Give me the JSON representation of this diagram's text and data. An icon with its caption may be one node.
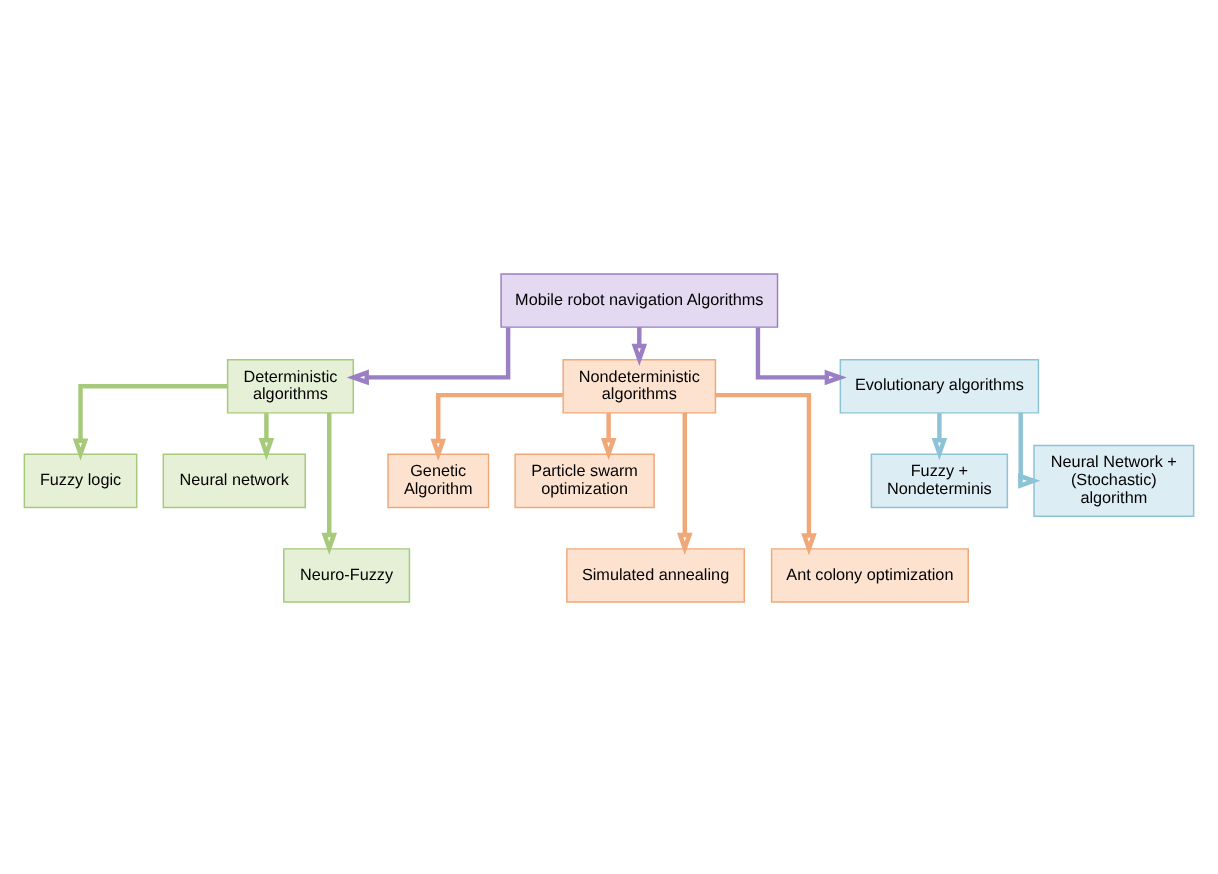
{
  "diagram": {
    "nodes": [
      {
        "text": [
          "Mobile robot navigation Algorithms"
        ]
      },
      {
        "text": [
          "Deterministic algorithms"
        ]
      },
      {
        "text": [
          "Nondeterministic algorithms"
        ]
      },
      {
        "text": [
          "Evolutionary algorithms"
        ]
      },
      {
        "text": [
          "Fuzzy logic"
        ]
      },
      {
        "text": [
          "Neural network"
        ]
      },
      {
        "text": [
          "Neuro-Fuzzy"
        ]
      },
      {
        "text": [
          "Genetic Algorithm"
        ]
      },
      {
        "text": [
          "Particle swarm optimization"
        ]
      },
      {
        "text": [
          "Simulated annealing"
        ]
      },
      {
        "text": [
          "Ant colony optimization"
        ]
      },
      {
        "text": [
          "Fuzzy + Nondeterminis"
        ]
      },
      {
        "text": [
          "Neural Network + (Stochastic) algorithm"
        ]
      }
    ],
    "edges": [
      {
        "from": 0,
        "to": 1,
        "arrow": "to",
        "color": "#9b7fc4"
      },
      {
        "from": 0,
        "to": 2,
        "arrow": "to",
        "color": "#9b7fc4"
      },
      {
        "from": 0,
        "to": 3,
        "arrow": "to",
        "color": "#9b7fc4"
      },
      {
        "from": 1,
        "to": 4,
        "arrow": "to",
        "color": "#a6c97a"
      },
      {
        "from": 1,
        "to": 5,
        "arrow": "to",
        "color": "#a6c97a"
      },
      {
        "from": 1,
        "to": 6,
        "arrow": "to",
        "color": "#a6c97a"
      },
      {
        "from": 2,
        "to": 7,
        "arrow": "to"
      },
      {
        "from": 2,
        "to": 8,
        "arrow": "to"
      },
      {
        "from": 2,
        "to": 9,
        "arrow": "to"
      },
      {
        "from": 2,
        "to": 10,
        "arrow": "to"
      },
      {
        "from": 3,
        "to": 11,
        "arrow": "to",
        "color": "#8cc3d6"
      },
      {
        "from": 3,
        "to": 12,
        "arrow": "to",
        "color": "#8cc3d6"
      }
    ]
  }
}
